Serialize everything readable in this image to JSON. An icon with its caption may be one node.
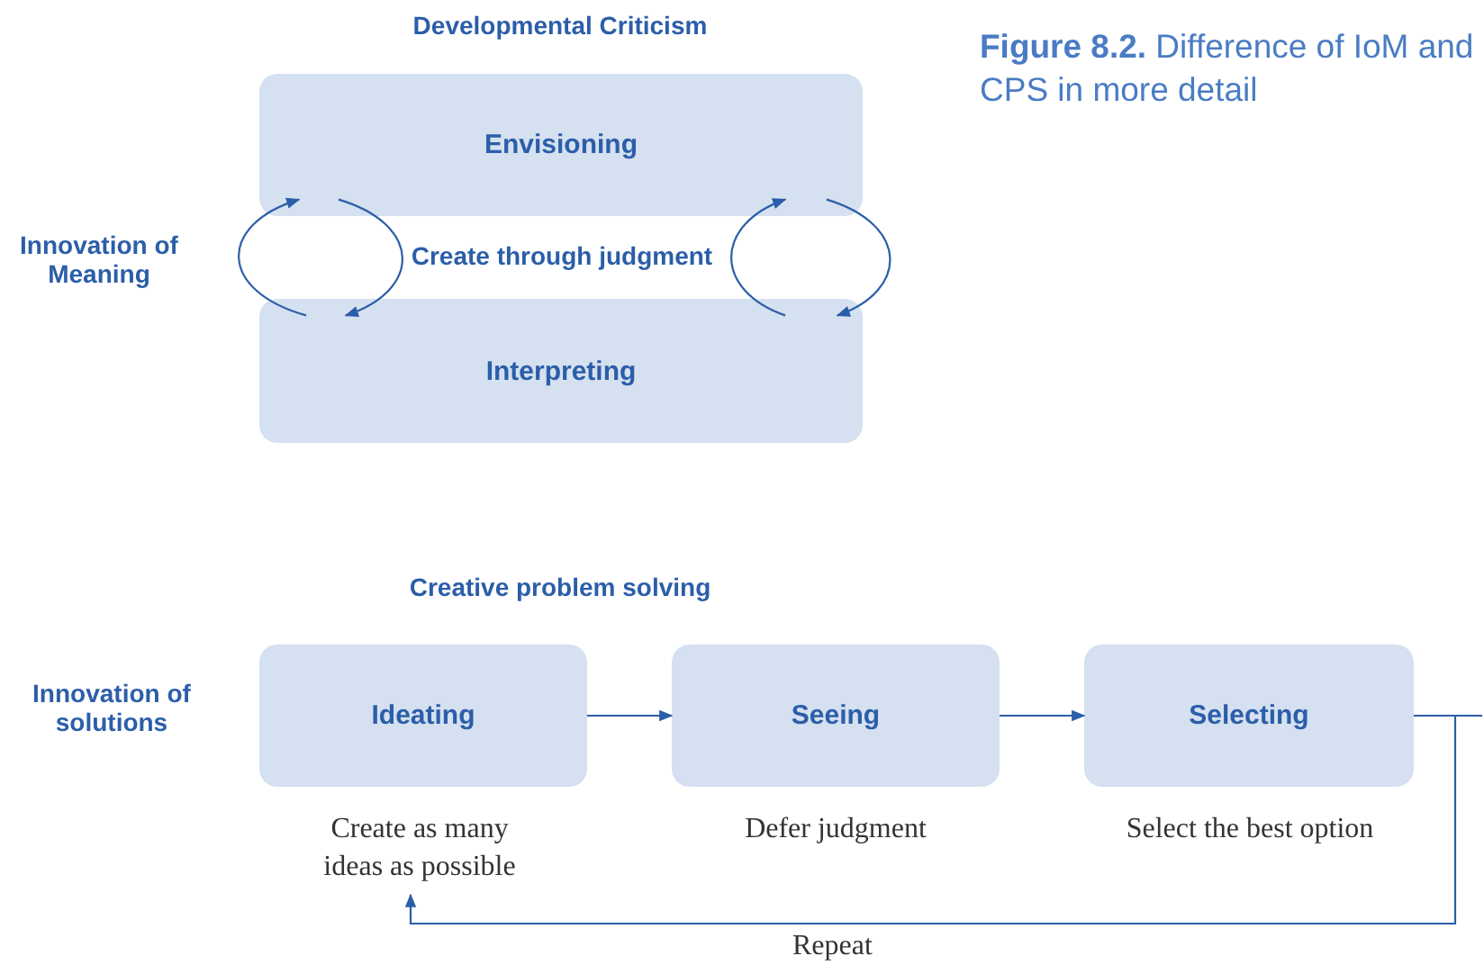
{
  "diagram": {
    "title": "**Figure 8.2.** Difference of IoM and CPS in more detail",
    "nodes": [
      {
        "text": [
          "Envisioning"
        ]
      },
      {
        "text": [
          "Interpreting"
        ]
      },
      {
        "text": [
          "Ideating"
        ]
      },
      {
        "text": [
          "Seeing"
        ]
      },
      {
        "text": [
          "Selecting"
        ]
      },
      {
        "text": [
          "Create as many ideas as possible"
        ]
      },
      {
        "text": [
          "Defer judgment"
        ]
      },
      {
        "text": [
          "Select the best option"
        ]
      }
    ],
    "edges": [
      {
        "from": 1,
        "to": 0,
        "arrow": "to"
      },
      {
        "from": 0,
        "to": 1,
        "arrow": "to"
      },
      {
        "from": 1,
        "to": 0,
        "arrow": "to"
      },
      {
        "from": 0,
        "to": 1,
        "arrow": "to"
      },
      {
        "from": 2,
        "to": 3,
        "arrow": "to"
      },
      {
        "from": 3,
        "to": 4,
        "arrow": "to"
      },
      {
        "from": 4,
        "to": null,
        "arrow": "none"
      },
      {
        "from": 4,
        "to": 5,
        "arrow": "to",
        "label": "Repeat"
      }
    ],
    "labels": [
      "Developmental Criticism",
      "Innovation of Meaning",
      "Create through judgment",
      "Creative problem solving",
      "Innovation of solutions"
    ]
  }
}
